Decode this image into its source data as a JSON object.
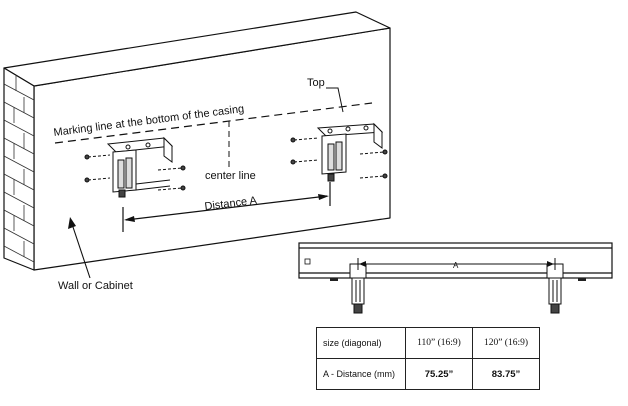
{
  "labels": {
    "marking_line": "Marking line at the bottom of the casing",
    "top": "Top",
    "center_line": "center line",
    "distance_a": "Distance A",
    "wall": "Wall or Cabinet",
    "a_marker": "A"
  },
  "table": {
    "headers": [
      "size (diagonal)",
      "110” (16:9)",
      "120” (16:9)"
    ],
    "rows": [
      [
        "A - Distance (mm)",
        "75.25”",
        "83.75”"
      ]
    ]
  }
}
